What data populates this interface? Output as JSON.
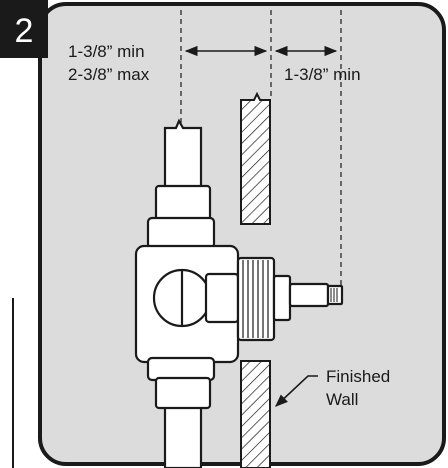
{
  "step_number": "2",
  "dimensions": {
    "left_line1": "1-3/8” min",
    "left_line2": "2-3/8” max",
    "right": "1-3/8” min"
  },
  "callout": {
    "line1": "Finished",
    "line2": "Wall"
  },
  "colors": {
    "panel_fill": "#dcdcdc",
    "outline": "#1a1a1a",
    "step_badge": "#1a1a1a",
    "part_fill": "#ffffff"
  }
}
